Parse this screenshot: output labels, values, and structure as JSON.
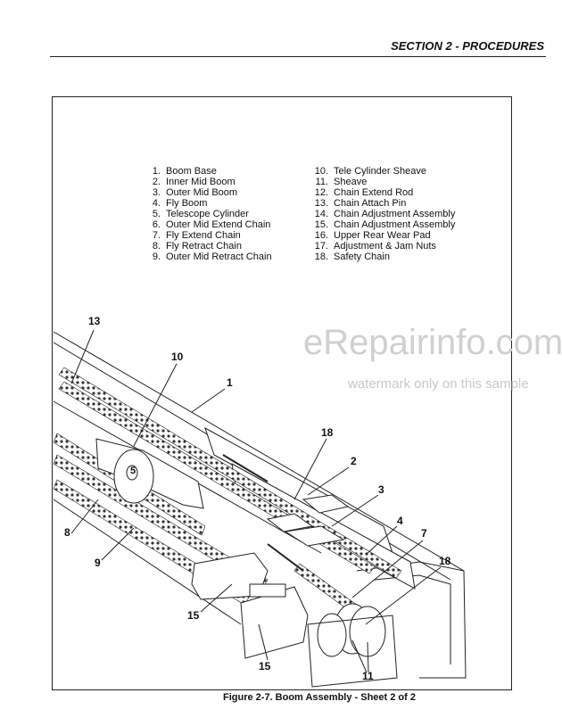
{
  "header": {
    "section_title": "SECTION 2 - PROCEDURES"
  },
  "legend": {
    "left": [
      {
        "num": "1.",
        "label": "Boom Base"
      },
      {
        "num": "2.",
        "label": "Inner Mid Boom"
      },
      {
        "num": "3.",
        "label": "Outer Mid Boom"
      },
      {
        "num": "4.",
        "label": "Fly Boom"
      },
      {
        "num": "5.",
        "label": "Telescope Cylinder"
      },
      {
        "num": "6.",
        "label": "Outer Mid Extend Chain"
      },
      {
        "num": "7.",
        "label": "Fly Extend Chain"
      },
      {
        "num": "8.",
        "label": "Fly Retract Chain"
      },
      {
        "num": "9.",
        "label": "Outer Mid Retract Chain"
      }
    ],
    "right": [
      {
        "num": "10.",
        "label": "Tele Cylinder Sheave"
      },
      {
        "num": "11.",
        "label": "Sheave"
      },
      {
        "num": "12.",
        "label": "Chain Extend Rod"
      },
      {
        "num": "13.",
        "label": "Chain Attach Pin"
      },
      {
        "num": "14.",
        "label": "Chain Adjustment Assembly"
      },
      {
        "num": "15.",
        "label": "Chain Adjustment Assembly"
      },
      {
        "num": "16.",
        "label": "Upper Rear Wear Pad"
      },
      {
        "num": "17.",
        "label": "Adjustment & Jam Nuts"
      },
      {
        "num": "18.",
        "label": "Safety Chain"
      }
    ]
  },
  "callouts": {
    "c13": "13",
    "c10": "10",
    "c1": "1",
    "c18a": "18",
    "c2": "2",
    "c3": "3",
    "c4": "4",
    "c7": "7",
    "c18b": "18",
    "c8": "8",
    "c9": "9",
    "c15a": "15",
    "c15b": "15",
    "c11": "11",
    "c5": "5"
  },
  "watermark": {
    "main": "eRepairinfo.com",
    "sub": "watermark only on this sample"
  },
  "caption": "Figure 2-7.  Boom Assembly - Sheet 2 of 2"
}
